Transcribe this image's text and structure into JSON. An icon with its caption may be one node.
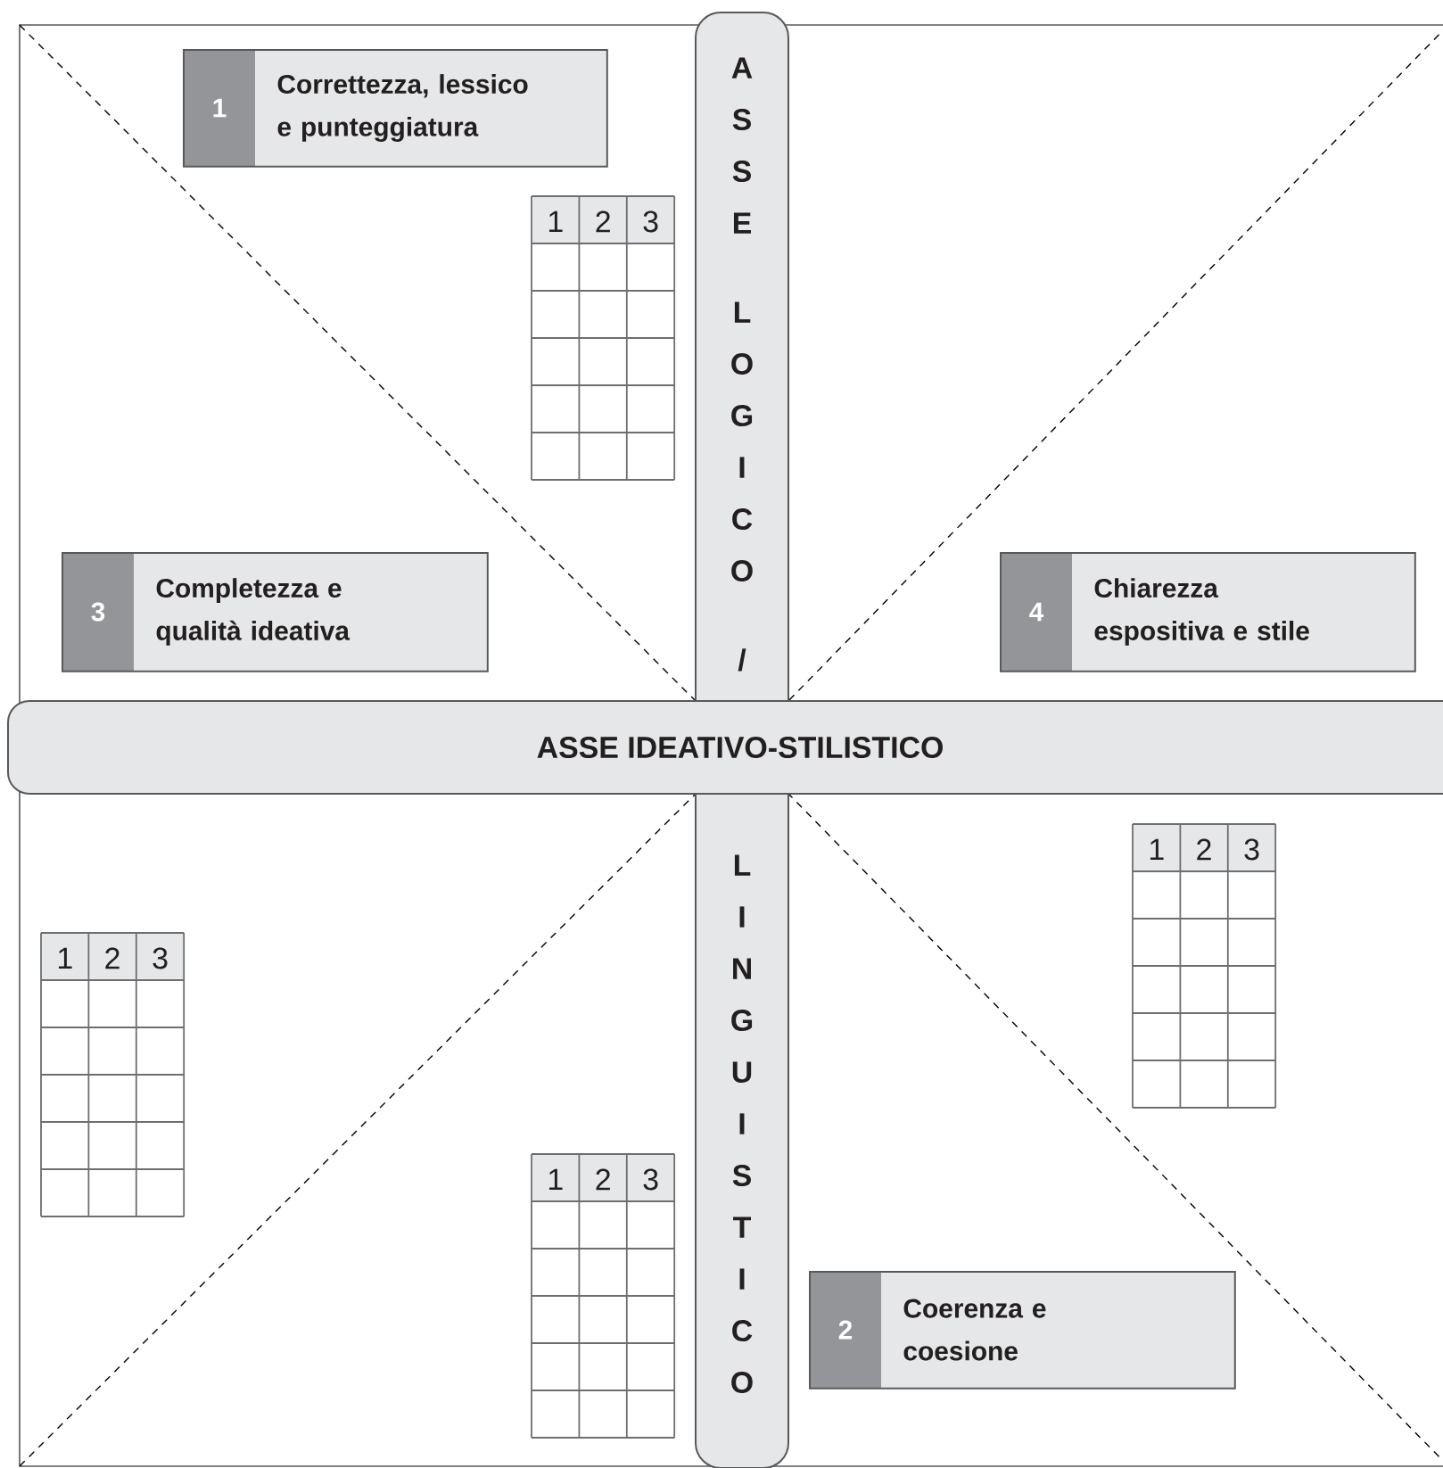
{
  "diagram": {
    "nodes": [
      {
        "text": [
          "1",
          "Correttezza, lessico e punteggiatura"
        ]
      },
      {
        "text": [
          "ASSE LOGICO /"
        ]
      },
      {
        "text": [
          "3",
          "Completezza e qualità ideativa"
        ]
      },
      {
        "text": [
          "4",
          "Chiarezza espositiva e stile"
        ]
      },
      {
        "text": [
          "ASSE IDEATIVO-STILISTICO"
        ]
      },
      {
        "text": [
          "LINGUISTICO"
        ]
      },
      {
        "text": [
          "2",
          "Coerenza e coesione"
        ]
      }
    ],
    "edges": [],
    "labels": [
      "1",
      "2",
      "3",
      "1",
      "2",
      "3",
      "1",
      "2",
      "3",
      "1",
      "2",
      "3"
    ]
  }
}
